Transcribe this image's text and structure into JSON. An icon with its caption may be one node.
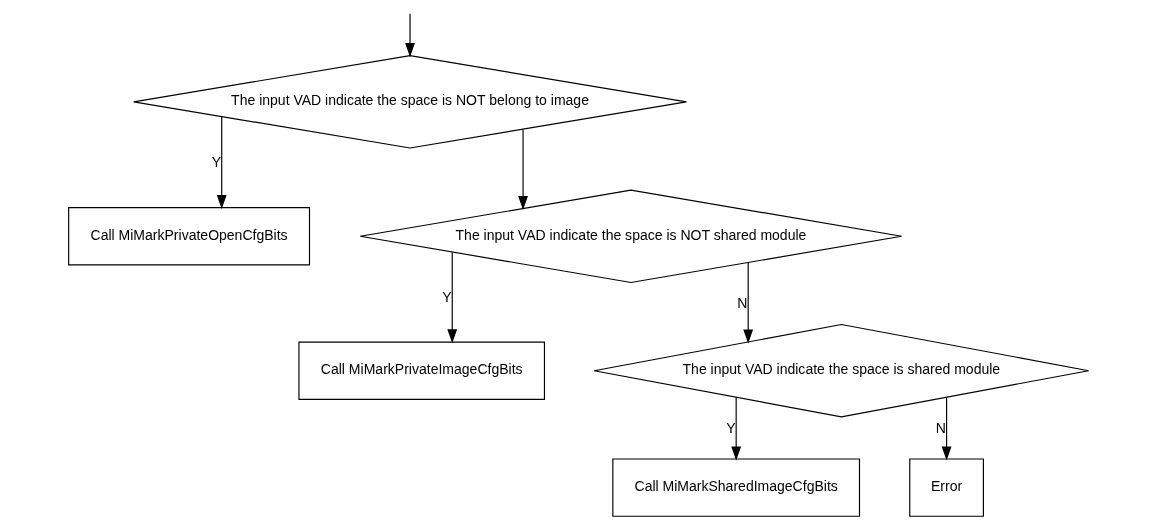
{
  "diagram": {
    "nodes": [
      {
        "text": [
          "The input VAD indicate the space is NOT belong to image"
        ]
      },
      {
        "text": [
          "Call MiMarkPrivateOpenCfgBits"
        ]
      },
      {
        "text": [
          "The input VAD indicate the space is NOT shared module"
        ]
      },
      {
        "text": [
          "Call MiMarkPrivateImageCfgBits"
        ]
      },
      {
        "text": [
          "The input VAD indicate the space is shared module"
        ]
      },
      {
        "text": [
          "Call MiMarkSharedImageCfgBits"
        ]
      },
      {
        "text": [
          "Error"
        ]
      }
    ],
    "edges": [
      {
        "from": null,
        "to": 0,
        "arrow": "to"
      },
      {
        "from": 0,
        "to": 1,
        "arrow": "to",
        "label": "Y"
      },
      {
        "from": 0,
        "to": 2,
        "arrow": "to"
      },
      {
        "from": 2,
        "to": 3,
        "arrow": "to",
        "label": "Y"
      },
      {
        "from": 2,
        "to": 4,
        "arrow": "to",
        "label": "N"
      },
      {
        "from": 4,
        "to": 5,
        "arrow": "to",
        "label": "Y"
      },
      {
        "from": 4,
        "to": 6,
        "arrow": "to",
        "label": "N"
      }
    ]
  }
}
